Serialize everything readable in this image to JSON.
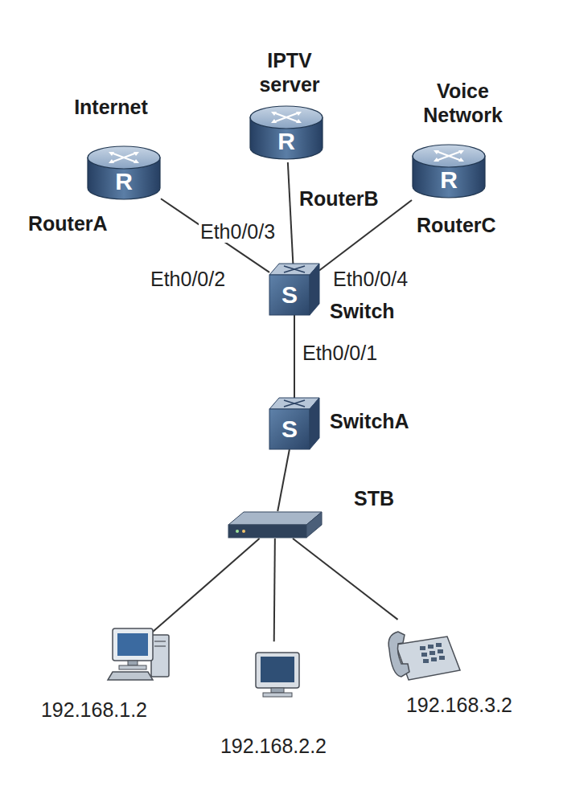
{
  "diagram": {
    "nodes": [
      {
        "text": [
          "Internet"
        ]
      },
      {
        "text": [
          "R",
          "RouterA"
        ],
        "in": 0
      },
      {
        "text": [
          "IPTV server"
        ]
      },
      {
        "text": [
          "R",
          "RouterB"
        ],
        "in": 2
      },
      {
        "text": [
          "Voice Network"
        ]
      },
      {
        "text": [
          "R",
          "RouterC"
        ],
        "in": 4
      },
      {
        "text": [
          "S",
          "Switch"
        ]
      },
      {
        "text": [
          "S",
          "SwitchA"
        ]
      },
      {
        "text": [
          "STB"
        ]
      },
      {
        "text": [
          "192.168.1.2"
        ]
      },
      {
        "text": [
          "192.168.2.2"
        ]
      },
      {
        "text": [
          "192.168.3.2"
        ]
      }
    ],
    "edges": [
      {
        "from": 1,
        "to": 6,
        "arrow": "none",
        "label": "Eth0/0/2"
      },
      {
        "from": 3,
        "to": 6,
        "arrow": "none",
        "label": "Eth0/0/3"
      },
      {
        "from": 5,
        "to": 6,
        "arrow": "none",
        "label": "Eth0/0/4"
      },
      {
        "from": 6,
        "to": 7,
        "arrow": "none",
        "label": "Eth0/0/1"
      },
      {
        "from": 7,
        "to": 8,
        "arrow": "none"
      },
      {
        "from": 8,
        "to": 9,
        "arrow": "none"
      },
      {
        "from": 8,
        "to": 10,
        "arrow": "none"
      },
      {
        "from": 8,
        "to": 11,
        "arrow": "none"
      }
    ]
  }
}
